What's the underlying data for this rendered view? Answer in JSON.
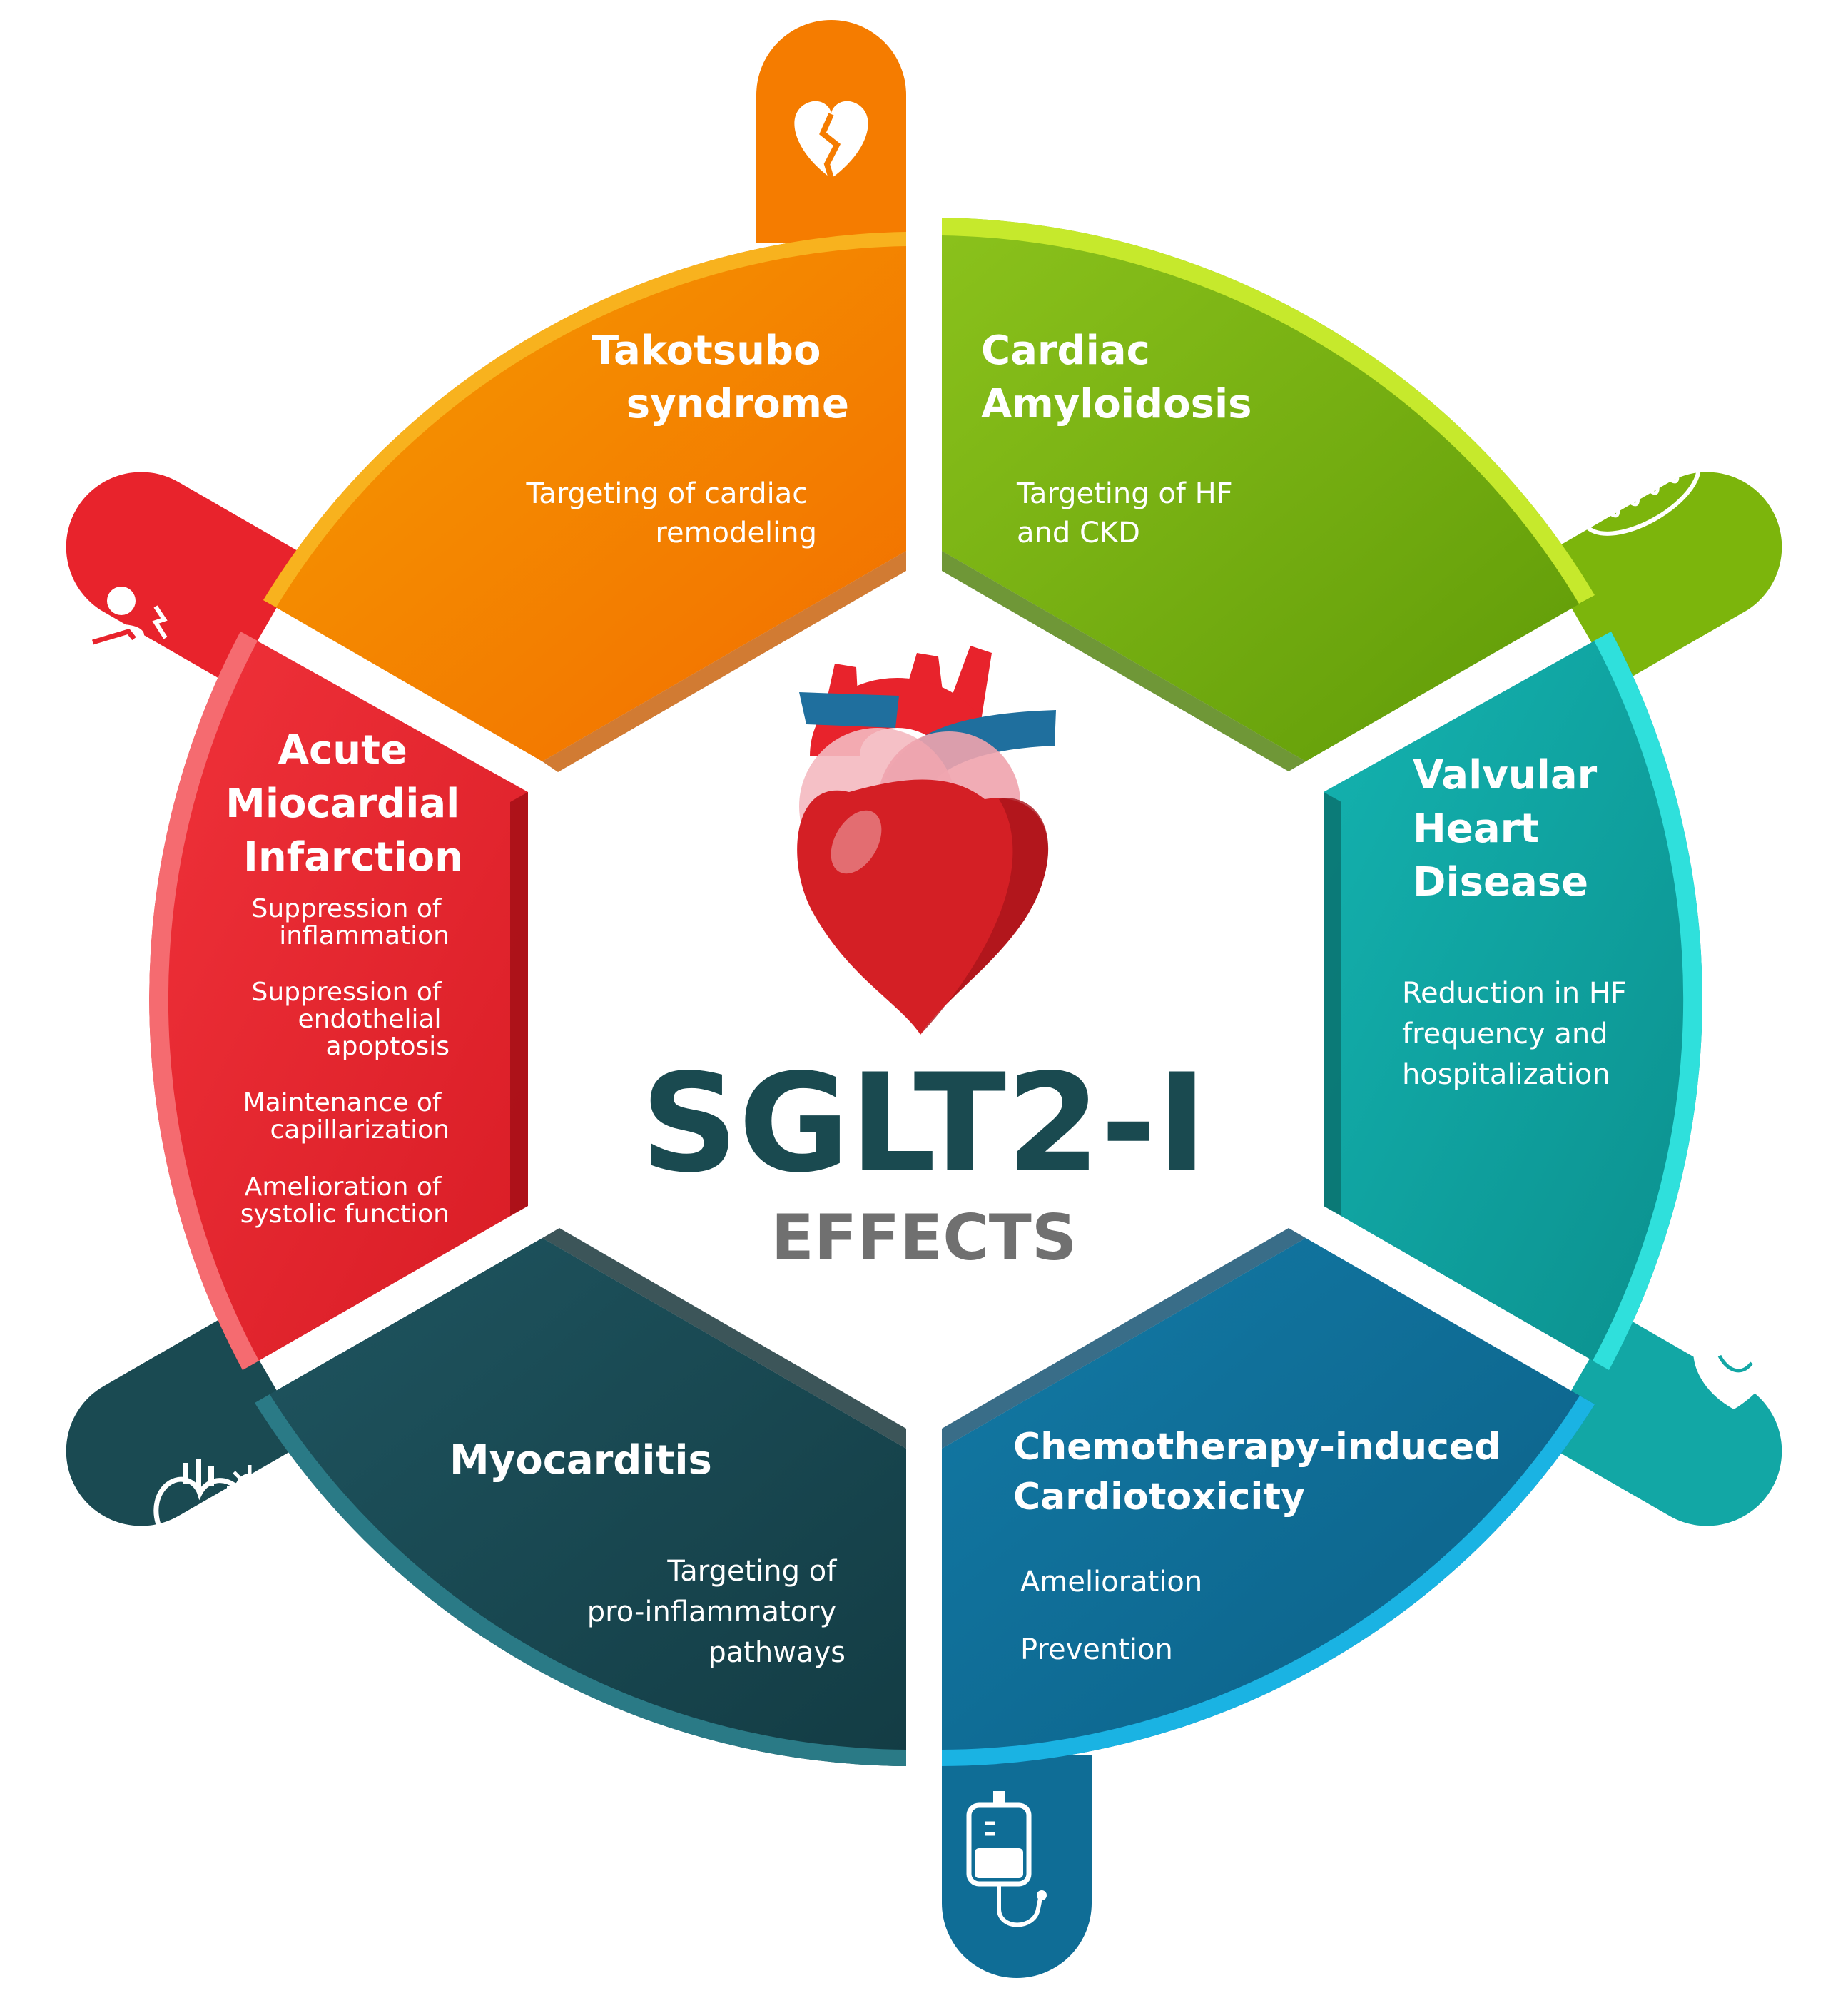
{
  "center": {
    "title": "SGLT2-I",
    "subtitle": "EFFECTS"
  },
  "segments": {
    "takotsubo": {
      "title_lines": [
        "Takotsubo",
        "syndrome"
      ],
      "effects": [
        [
          "Targeting of cardiac",
          "remodeling"
        ]
      ],
      "icon": "broken-heart-icon",
      "color": "#f57c00"
    },
    "amyloidosis": {
      "title_lines": [
        "Cardiac",
        "Amyloidosis"
      ],
      "effects": [
        [
          "Targeting of HF",
          "and CKD"
        ]
      ],
      "icon": "amyloid-fibril-icon",
      "color": "#7cb50c"
    },
    "valvular": {
      "title_lines": [
        "Valvular",
        "Heart",
        "Disease"
      ],
      "effects": [
        [
          "Reduction in HF",
          "frequency and",
          "hospitalization"
        ]
      ],
      "icon": "heart-valve-icon",
      "color": "#12a7a5"
    },
    "chemo": {
      "title_lines": [
        "Chemotherapy-induced",
        "Cardiotoxicity"
      ],
      "effects": [
        [
          "Amelioration"
        ],
        [
          "Prevention"
        ]
      ],
      "icon": "iv-bag-icon",
      "color": "#0f6d96"
    },
    "myocarditis": {
      "title_lines": [
        "Myocarditis"
      ],
      "effects": [
        [
          "Targeting of",
          "pro-inflammatory",
          "pathways"
        ]
      ],
      "icon": "inflamed-heart-icon",
      "color": "#1a4a52"
    },
    "ami": {
      "title_lines": [
        "Acute",
        "Miocardial",
        "Infarction"
      ],
      "effects": [
        [
          "Suppression of",
          "inflammation"
        ],
        [
          "Suppression of",
          "endothelial",
          "apoptosis"
        ],
        [
          "Maintenance of",
          "capillarization"
        ],
        [
          "Amelioration of",
          "systolic function"
        ]
      ],
      "icon": "chest-pain-person-icon",
      "color": "#e8232c"
    }
  }
}
